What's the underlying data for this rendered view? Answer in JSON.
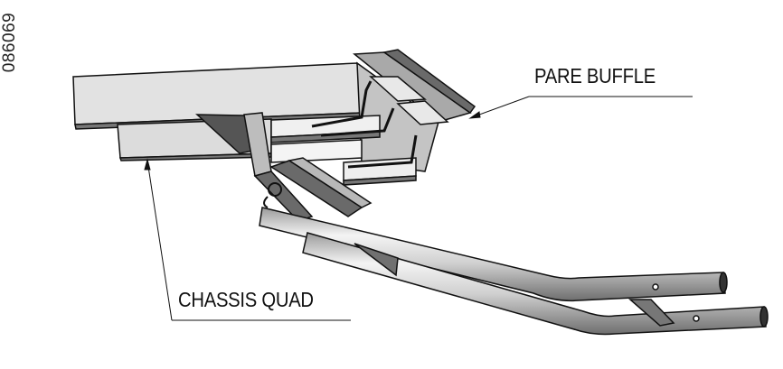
{
  "drawing": {
    "reference_number": "086069",
    "labels": [
      {
        "text": "PARE BUFFLE"
      },
      {
        "text": "CHASSIS QUAD"
      }
    ]
  },
  "colors": {
    "line": "#111111",
    "steel_light": "#e2e2e2",
    "steel_mid": "#a8a8a8",
    "steel_dark": "#5a5a5a",
    "background": "#ffffff"
  }
}
